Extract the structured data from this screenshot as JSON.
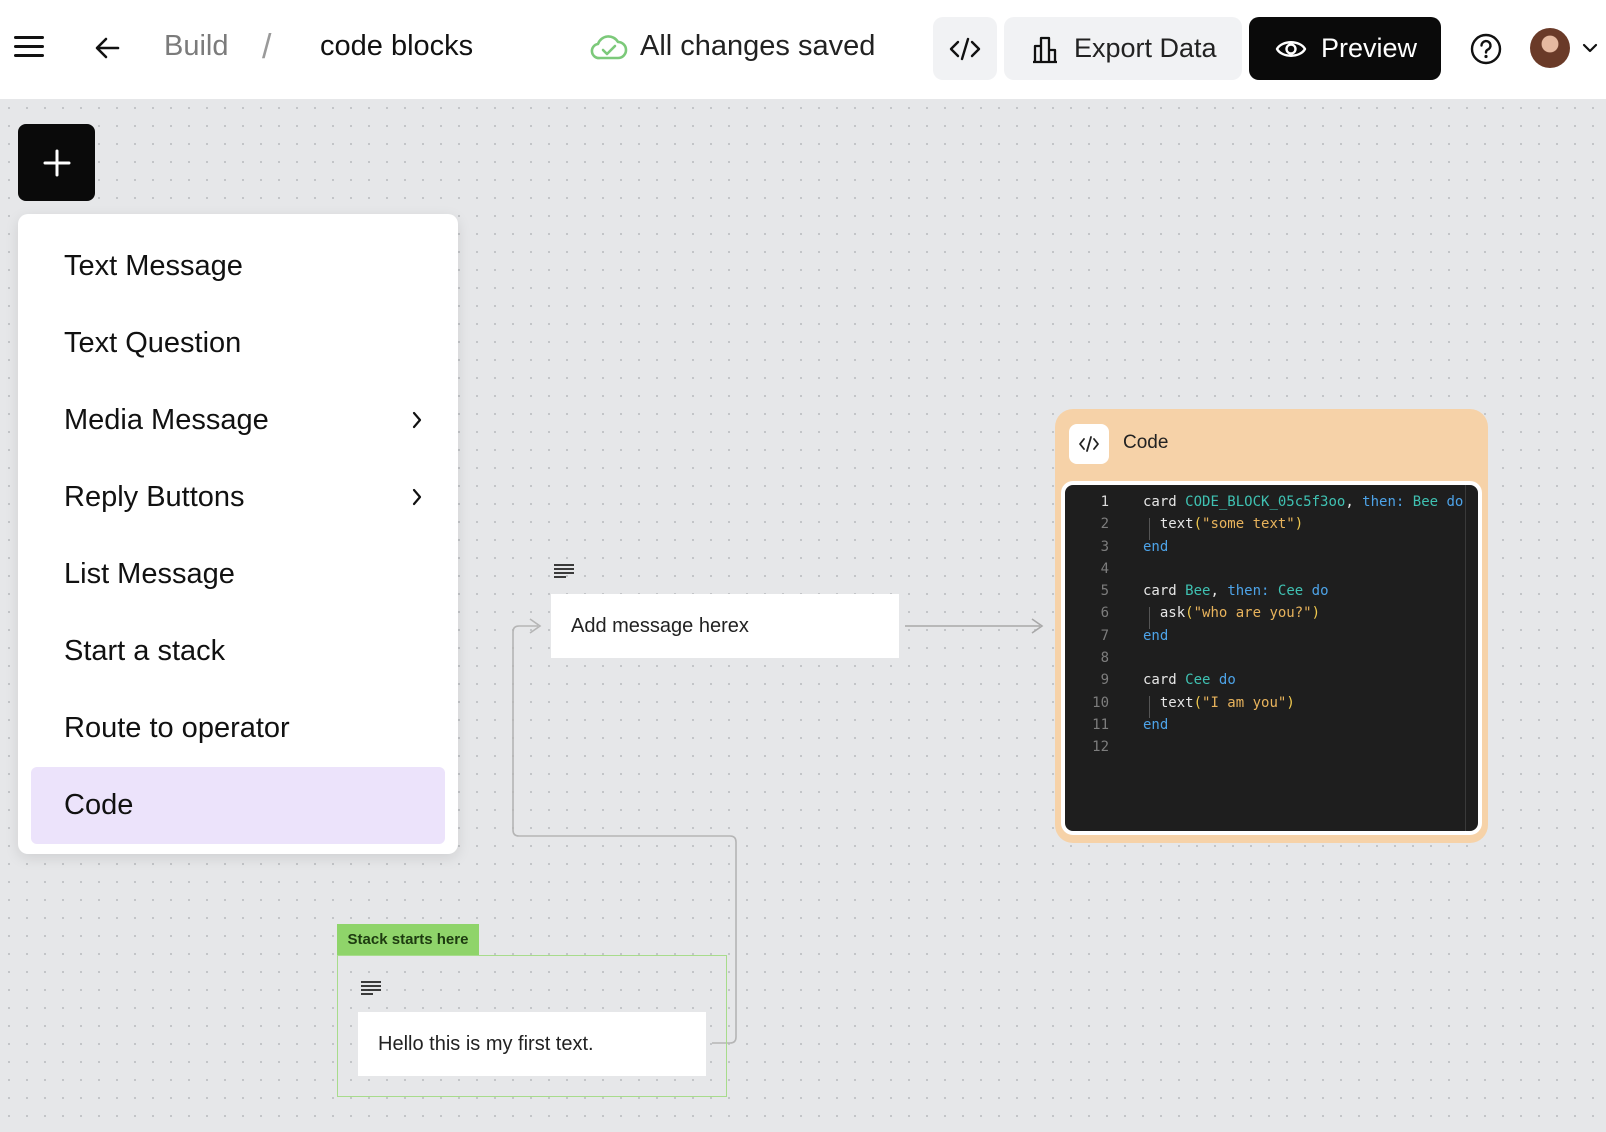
{
  "topbar": {
    "breadcrumb_build": "Build",
    "breadcrumb_sep": "/",
    "breadcrumb_page": "code blocks",
    "save_status": "All changes saved",
    "export_label": "Export Data",
    "preview_label": "Preview"
  },
  "menu": {
    "items": [
      {
        "label": "Text Message",
        "submenu": false
      },
      {
        "label": "Text Question",
        "submenu": false
      },
      {
        "label": "Media Message",
        "submenu": true
      },
      {
        "label": "Reply Buttons",
        "submenu": true
      },
      {
        "label": "List Message",
        "submenu": false
      },
      {
        "label": "Start a stack",
        "submenu": false
      },
      {
        "label": "Route to operator",
        "submenu": false
      },
      {
        "label": "Code",
        "submenu": false,
        "selected": true
      }
    ]
  },
  "nodes": {
    "message_1": "Add message herex",
    "stack_tag": "Stack starts here",
    "message_2": "Hello this is my first text."
  },
  "code_node": {
    "title": "Code",
    "line_numbers": [
      "1",
      "2",
      "3",
      "4",
      "5",
      "6",
      "7",
      "8",
      "9",
      "10",
      "11",
      "12"
    ],
    "lines": [
      "card CODE_BLOCK_05c5f3oo, then: Bee do",
      "  text(\"some text\")",
      "end",
      "",
      "card Bee, then: Cee do",
      "  ask(\"who are you?\")",
      "end",
      "",
      "card Cee do",
      "  text(\"I am you\")",
      "end",
      ""
    ]
  },
  "colors": {
    "accent_selected": "#ece3fb",
    "stack_green": "#8fd46a",
    "code_node_bg": "#f6d2a8",
    "saved_icon": "#7cc97a"
  }
}
